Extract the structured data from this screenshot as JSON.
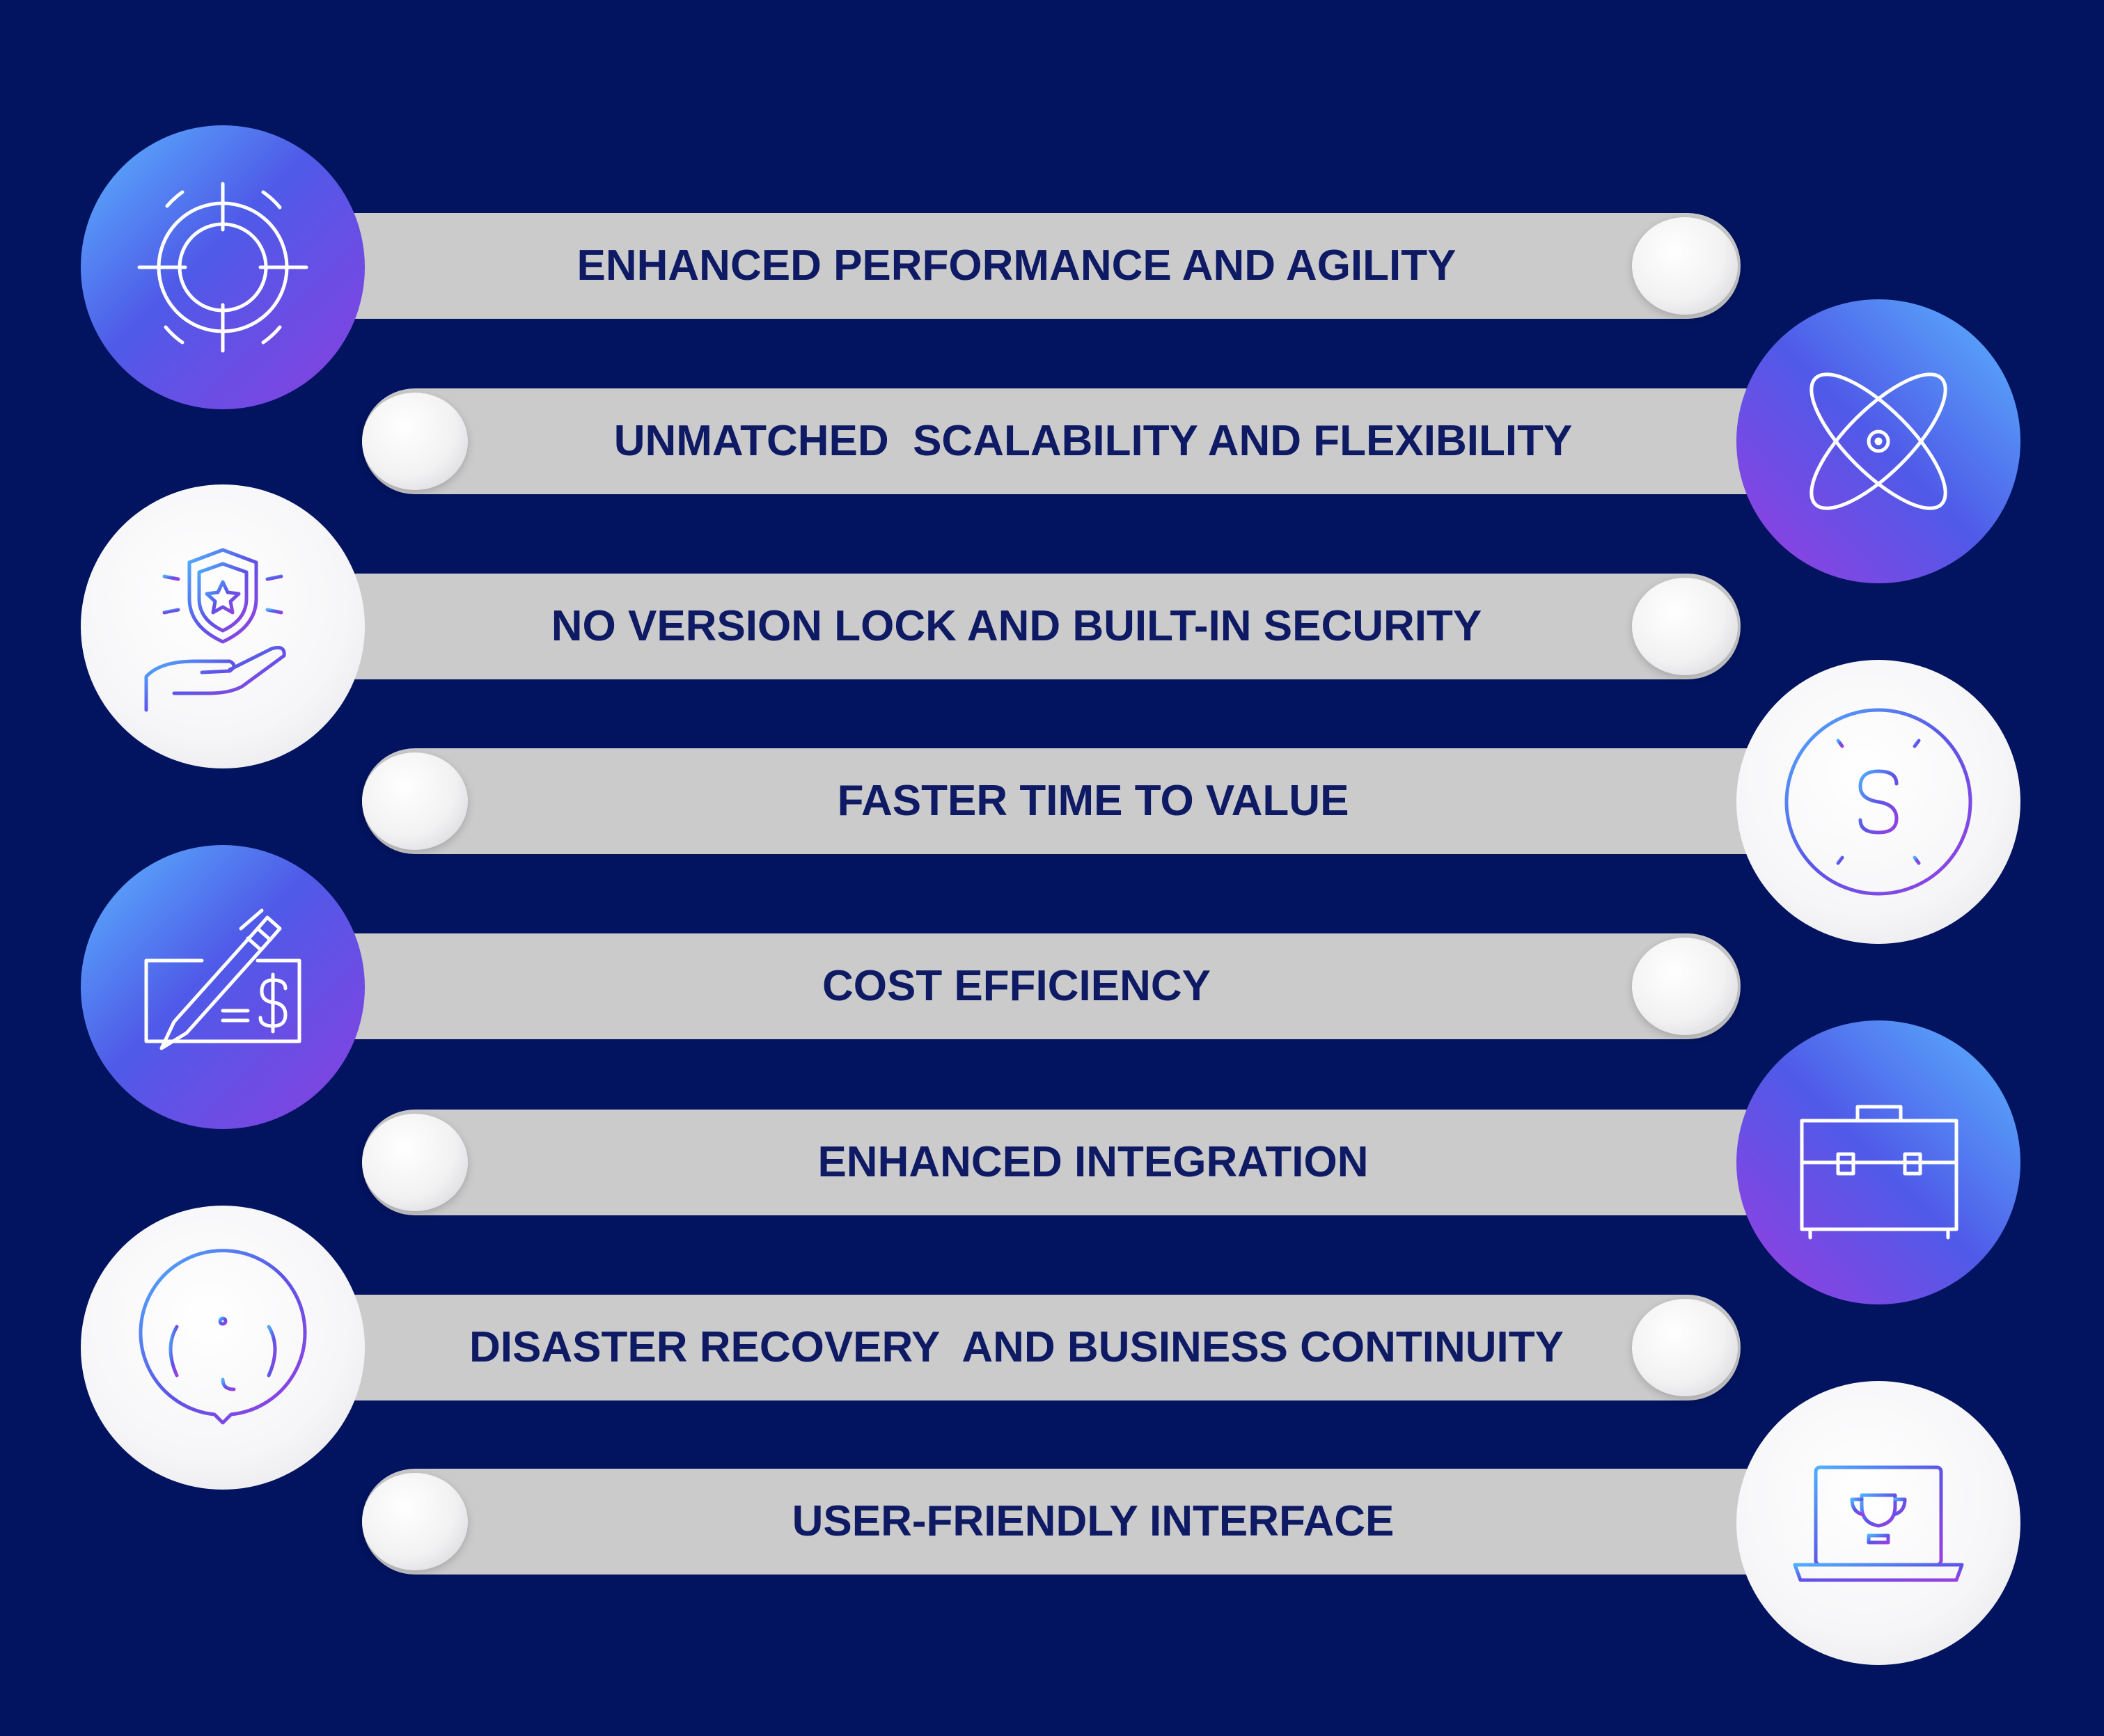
{
  "colors": {
    "background": "#02135f",
    "bar": "#cbcbcc",
    "text": "#0e1a63",
    "icon_gradient_start": "#5ab7ff",
    "icon_gradient_mid": "#4f5ae8",
    "icon_gradient_end": "#8a3fe0"
  },
  "items": [
    {
      "label": "ENHANCED PERFORMANCE AND AGILITY",
      "icon": "target-icon",
      "side": "left"
    },
    {
      "label": "UNMATCHED  SCALABILITY AND FLEXIBILITY",
      "icon": "atom-orbit-icon",
      "side": "right"
    },
    {
      "label": "NO VERSION LOCK AND BUILT-IN SECURITY",
      "icon": "shield-hand-icon",
      "side": "left"
    },
    {
      "label": "FASTER TIME TO VALUE",
      "icon": "dollar-clock-icon",
      "side": "right"
    },
    {
      "label": "COST EFFICIENCY",
      "icon": "pen-check-icon",
      "side": "left"
    },
    {
      "label": "ENHANCED INTEGRATION",
      "icon": "briefcase-icon",
      "side": "right"
    },
    {
      "label": "DISASTER RECOVERY  AND BUSINESS CONTINUITY",
      "icon": "info-bubble-icon",
      "side": "left"
    },
    {
      "label": "USER-FRIENDLY INTERFACE",
      "icon": "laptop-trophy-icon",
      "side": "right"
    }
  ]
}
